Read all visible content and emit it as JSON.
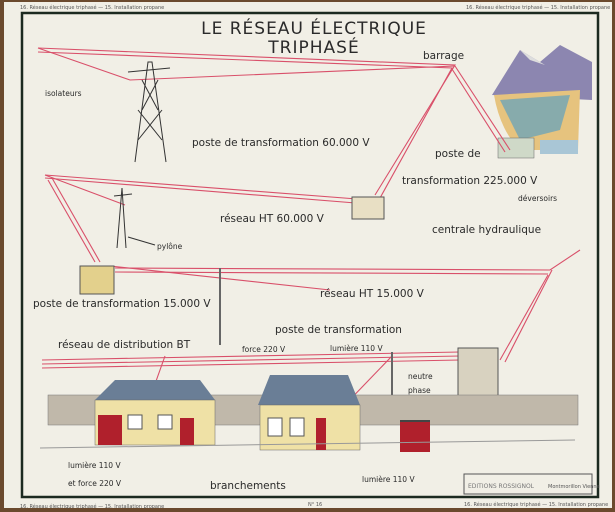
{
  "strip_text": "16. Réseau électrique triphasé — 15. Installation propane",
  "title": {
    "line1": "LE RÉSEAU ÉLECTRIQUE",
    "line2": "TRIPHASÉ"
  },
  "labels": {
    "barrage": "barrage",
    "isolateurs": "isolateurs",
    "poste_60000": "poste de transformation 60.000 V",
    "poste_225000_l1": "poste de",
    "poste_225000_l2": "transformation 225.000 V",
    "deversoirs": "déversoirs",
    "reseau_ht_60000": "réseau HT 60.000 V",
    "centrale": "centrale hydraulique",
    "pylone": "pylône",
    "poste_15000": "poste de transformation 15.000 V",
    "reseau_ht_15000": "réseau HT 15.000 V",
    "poste_transfo": "poste de transformation",
    "reseau_bt": "réseau de distribution BT",
    "force_220": "force 220 V",
    "lumiere_110_top": "lumière 110 V",
    "neutre": "neutre",
    "phase": "phase",
    "lumiere_110_left": "lumière 110 V",
    "force_220_left": "et force 220 V",
    "branchements": "branchements",
    "lumiere_110_bottom": "lumière 110 V"
  },
  "publisher": {
    "name": "EDITIONS ROSSIGNOL",
    "city": "Montmorillon Vienne"
  },
  "number": "N° 16",
  "colors": {
    "wire": "#d9506a",
    "paper": "#f1efe6",
    "frame": "#1c2a20",
    "wall": "#c0b8aa",
    "roof": "#6a7e96"
  }
}
